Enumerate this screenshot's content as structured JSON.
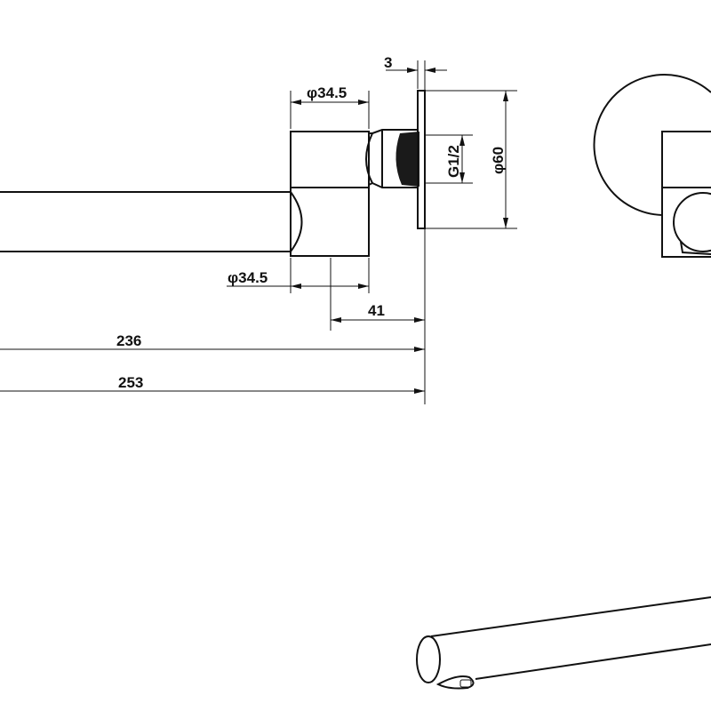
{
  "drawing": {
    "dimensions": {
      "flange_thickness": "3",
      "body_diameter_top": "φ34.5",
      "body_diameter_bottom": "φ34.5",
      "thread": "G1/2",
      "flange_diameter": "φ60",
      "projection_body": "41",
      "spout_length": "236",
      "overall_length": "253"
    },
    "line_color": "#111111",
    "background": "#ffffff"
  }
}
